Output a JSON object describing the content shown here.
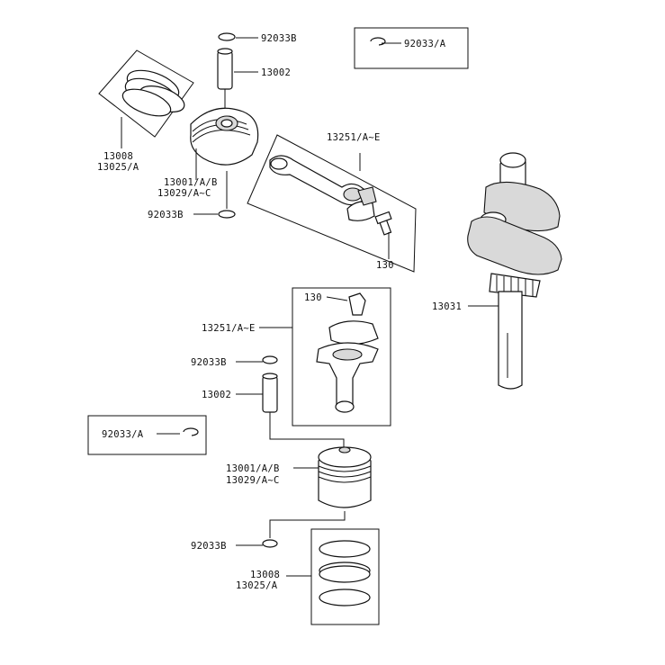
{
  "labels": {
    "top_ring_circlip": "92033B",
    "top_pin": "13002",
    "top_rings_a": "13008",
    "top_rings_b": "13025/A",
    "top_piston_a": "13001/A/B",
    "top_piston_b": "13029/A~C",
    "top_lower_circlip": "92033B",
    "top_conrod": "13251/A~E",
    "top_bolt": "130",
    "top_box_circlip": "92033/A",
    "crankshaft": "13031",
    "mid_bolt": "130",
    "mid_conrod": "13251/A~E",
    "mid_circlip": "92033B",
    "mid_pin": "13002",
    "mid_box_circlip": "92033/A",
    "mid_piston_a": "13001/A/B",
    "mid_piston_b": "13029/A~C",
    "bot_circlip": "92033B",
    "bot_rings_a": "13008",
    "bot_rings_b": "13025/A"
  }
}
